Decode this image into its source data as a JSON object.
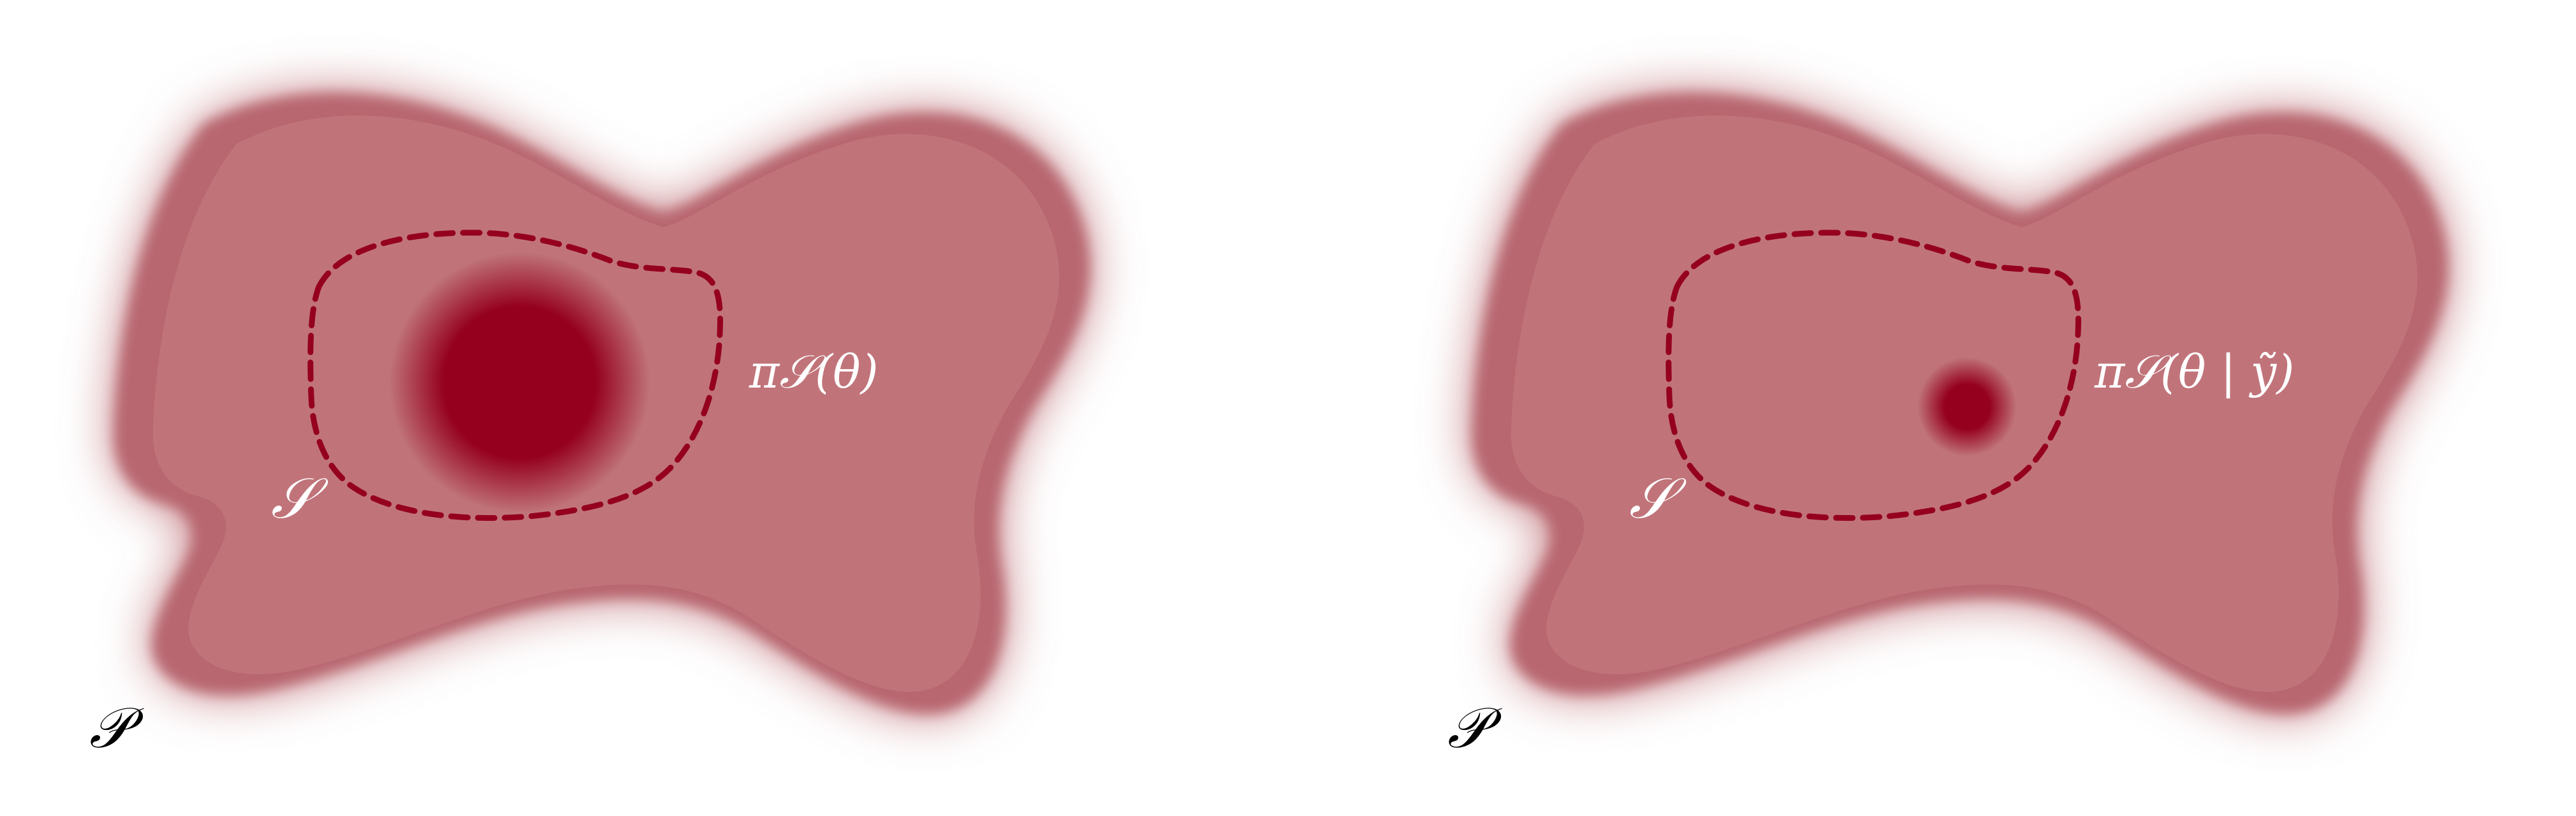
{
  "panels": [
    {
      "space_label": "𝒫",
      "subset_label": "𝒮",
      "distribution_label": "π𝒮(θ)"
    },
    {
      "space_label": "𝒫",
      "subset_label": "𝒮",
      "distribution_label": "π𝒮(θ | ỹ)"
    }
  ],
  "colors": {
    "blob_fill": "#c0747a",
    "blob_rim": "#b55f68",
    "accent": "#95001f",
    "label_on_blob": "#ffffff",
    "label_outside": "#000000",
    "background": "#ffffff"
  }
}
